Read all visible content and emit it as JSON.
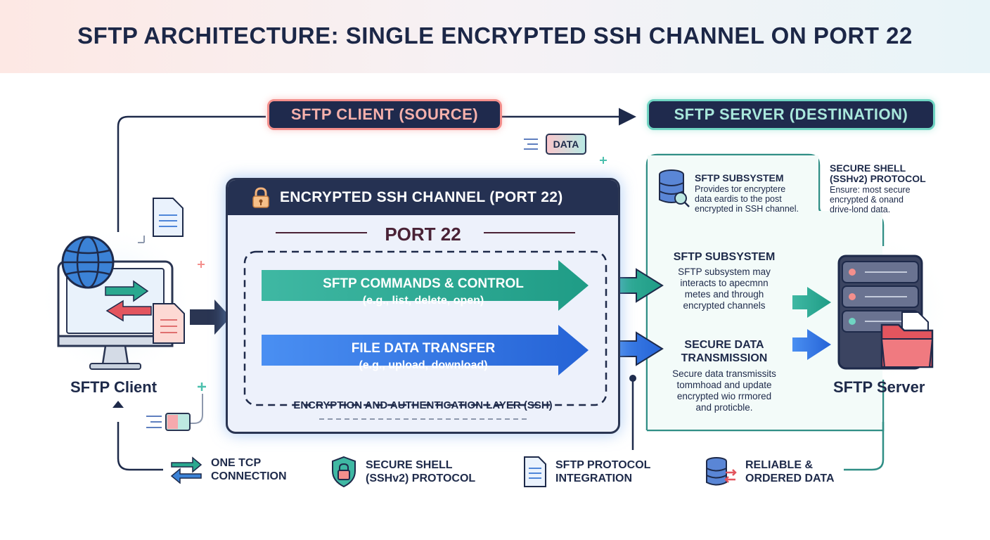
{
  "title": "SFTP ARCHITECTURE: SINGLE ENCRYPTED SSH CHANNEL ON PORT 22",
  "top_labels": {
    "client": "SFTP CLIENT (SOURCE)",
    "server": "SFTP SERVER (DESTINATION)"
  },
  "data_tag": "DATA",
  "channel": {
    "title": "ENCRYPTED SSH CHANNEL (PORT 22)",
    "port": "PORT 22",
    "commands_line1": "SFTP COMMANDS & CONTROL",
    "commands_line2": "(e.g., list, delete, open)",
    "transfer_line1": "FILE DATA TRANSFER",
    "transfer_line2": "(e.g., upload, download)",
    "layer": "ENCRYPTION AND AUTHENTICATION LAYER (SSH)"
  },
  "client_label": "SFTP Client",
  "server_label": "SFTP Server",
  "server_panel": {
    "subsystem_small_title": "SFTP SUBSYSTEM",
    "subsystem_small_text": [
      "Provides tor encryptere",
      "data eardis to the post",
      "encrypted in SSH channel."
    ],
    "ssh_title": [
      "SECURE SHELL",
      "(SSHv2) PROTOCOL"
    ],
    "ssh_text": [
      "Ensure: most secure",
      "encrypted & onand",
      "drive-lond data."
    ],
    "subsystem_title": "SFTP SUBSYSTEM",
    "subsystem_text": [
      "SFTP subsystem may",
      "interacts to apecmnn",
      "metes and through",
      "encrypted channels"
    ],
    "secure_title": [
      "SECURE DATA",
      "TRANSMISSION"
    ],
    "secure_text": [
      "Secure data transmissits",
      "tommhoad and update",
      "encrypted wio rrmored",
      "and proticble."
    ]
  },
  "legend": [
    {
      "icon": "swap-arrows-icon",
      "lines": [
        "ONE TCP",
        "CONNECTION"
      ]
    },
    {
      "icon": "shield-lock-icon",
      "lines": [
        "SECURE SHELL",
        "(SSHv2) PROTOCOL"
      ]
    },
    {
      "icon": "document-icon",
      "lines": [
        "SFTP PROTOCOL",
        "INTEGRATION"
      ]
    },
    {
      "icon": "database-swap-icon",
      "lines": [
        "RELIABLE &",
        "ORDERED DATA"
      ]
    }
  ],
  "colors": {
    "navy": "#1f2a4d",
    "teal": "#2aa88f",
    "blue": "#2f6fe0",
    "coral": "#f48f8c",
    "mint": "#6fd4c2"
  }
}
